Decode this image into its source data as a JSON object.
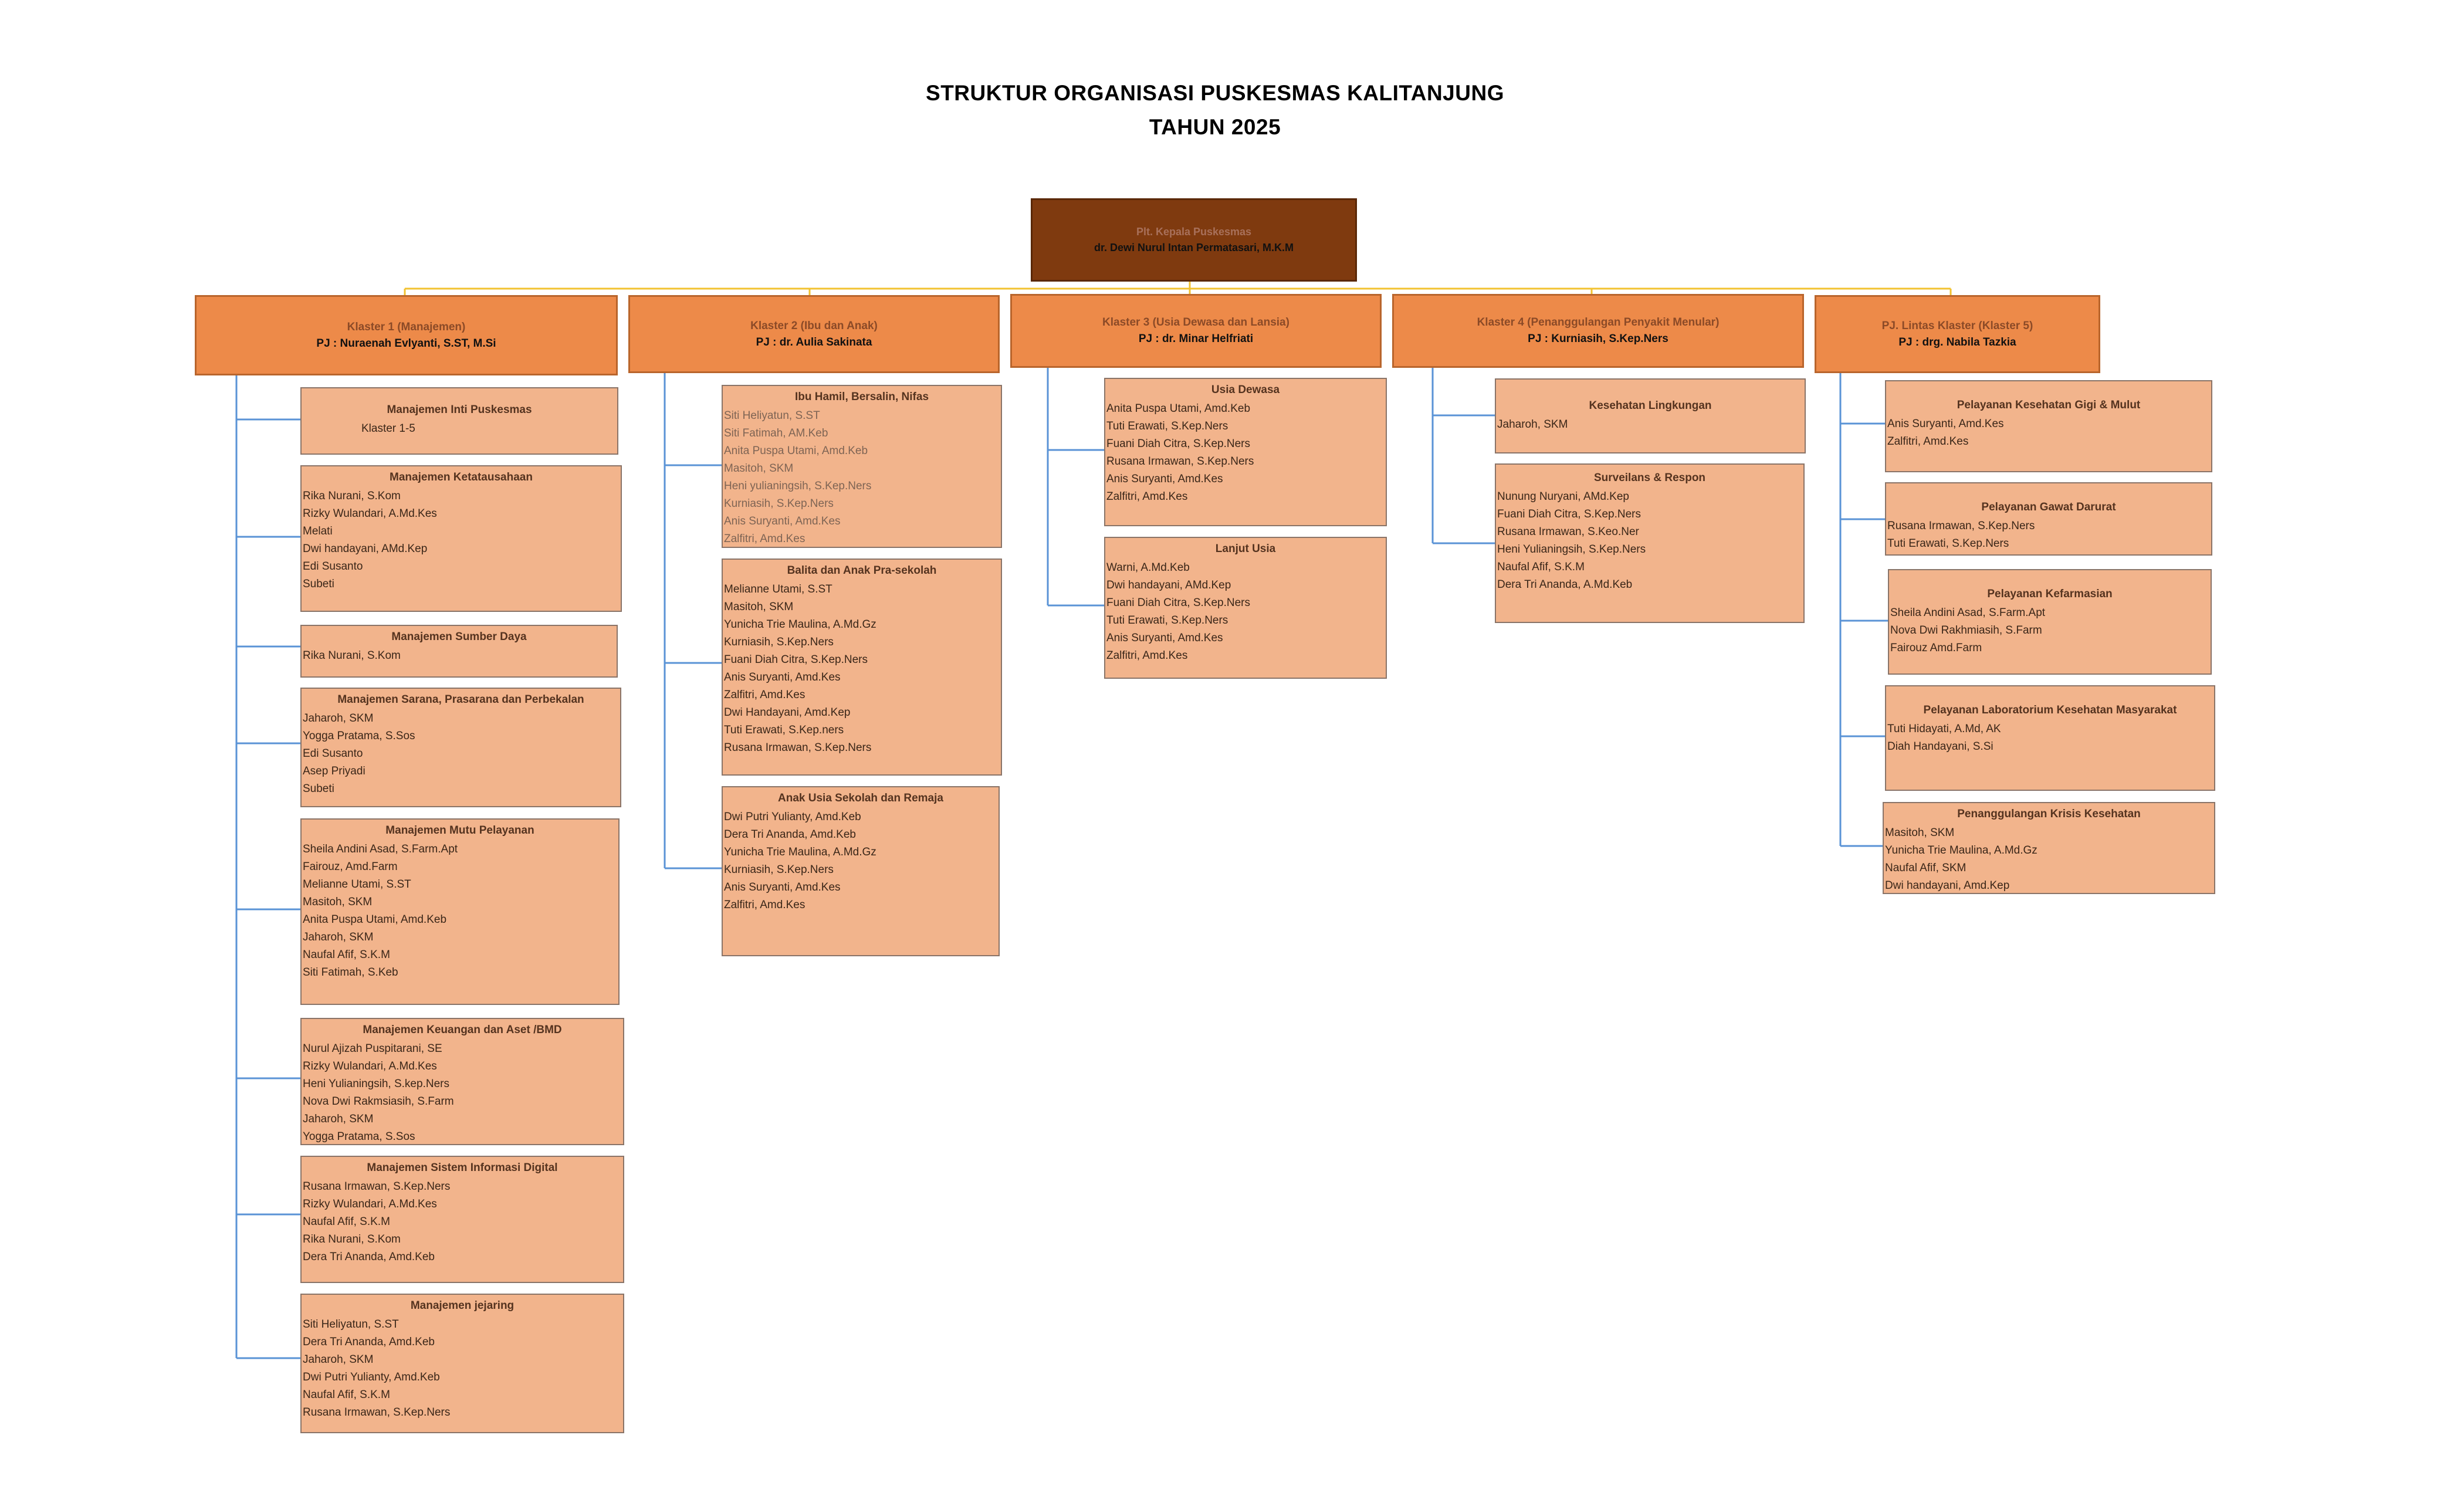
{
  "title_line1": "STRUKTUR ORGANISASI PUSKESMAS KALITANJUNG",
  "title_line2": "TAHUN 2025",
  "head": {
    "role": "Plt. Kepala Puskesmas",
    "name": "dr. Dewi Nurul Intan Permatasari, M.K.M"
  },
  "colors": {
    "head": "#7f3a0f",
    "cluster": "#ed8a49",
    "unit": "#f2b48c",
    "connector_top": "#f2c230",
    "connector_side": "#5a93d6"
  },
  "clusters": [
    {
      "title": "Klaster 1  (Manajemen)",
      "pj": "PJ : Nuraenah Evlyanti, S.ST, M.Si",
      "units": [
        {
          "title": "Manajemen  Inti Puskesmas",
          "members": [
            "Klaster 1-5"
          ]
        },
        {
          "title": "Manajemen Ketatausahaan",
          "members": [
            "Rika Nurani, S.Kom",
            "Rizky Wulandari, A.Md.Kes",
            "Melati",
            "Dwi handayani, AMd.Kep",
            "Edi Susanto",
            "Subeti"
          ]
        },
        {
          "title": "Manajemen Sumber Daya",
          "members": [
            "Rika Nurani, S.Kom"
          ]
        },
        {
          "title": "Manajemen Sarana, Prasarana dan Perbekalan",
          "members": [
            "Jaharoh, SKM",
            "Yogga Pratama, S.Sos",
            "Edi Susanto",
            "Asep Priyadi",
            "Subeti"
          ]
        },
        {
          "title": "Manajemen Mutu Pelayanan",
          "members": [
            "Sheila Andini Asad, S.Farm.Apt",
            "Fairouz, Amd.Farm",
            "Melianne Utami, S.ST",
            "Masitoh, SKM",
            "Anita Puspa Utami, Amd.Keb",
            "Jaharoh, SKM",
            "Naufal Afif, S.K.M",
            "Siti Fatimah, S.Keb"
          ]
        },
        {
          "title": "Manajemen Keuangan dan Aset /BMD",
          "members": [
            "Nurul Ajizah Puspitarani, SE",
            "Rizky Wulandari, A.Md.Kes",
            "Heni Yulianingsih, S.kep.Ners",
            "Nova Dwi Rakmsiasih, S.Farm",
            "Jaharoh, SKM",
            "Yogga Pratama, S.Sos"
          ]
        },
        {
          "title": "Manajemen Sistem Informasi Digital",
          "members": [
            "Rusana Irmawan, S.Kep.Ners",
            "Rizky Wulandari, A.Md.Kes",
            "Naufal Afif, S.K.M",
            "Rika Nurani, S.Kom",
            "Dera Tri Ananda, Amd.Keb"
          ]
        },
        {
          "title": "Manajemen jejaring",
          "members": [
            "Siti Heliyatun, S.ST",
            "Dera Tri Ananda, Amd.Keb",
            "Jaharoh, SKM",
            "Dwi Putri Yulianty, Amd.Keb",
            "Naufal Afif, S.K.M",
            "Rusana Irmawan, S.Kep.Ners"
          ]
        }
      ]
    },
    {
      "title": "Klaster 2  (Ibu dan Anak)",
      "pj": "PJ : dr. Aulia Sakinata",
      "units": [
        {
          "title": "Ibu Hamil,  Bersalin, Nifas",
          "members": [
            "Siti Heliyatun, S.ST",
            "Siti Fatimah, AM.Keb",
            "Anita Puspa Utami, Amd.Keb",
            "Masitoh, SKM",
            "Heni yulianingsih, S.Kep.Ners",
            "Kurniasih, S.Kep.Ners",
            "Anis Suryanti, Amd.Kes",
            "Zalfitri, Amd.Kes"
          ]
        },
        {
          "title": "Balita dan Anak Pra-sekolah",
          "members": [
            "Melianne Utami, S.ST",
            "Masitoh, SKM",
            "Yunicha Trie Maulina, A.Md.Gz",
            "Kurniasih, S.Kep.Ners",
            "Fuani Diah Citra, S.Kep.Ners",
            "Anis Suryanti, Amd.Kes",
            "Zalfitri, Amd.Kes",
            "Dwi Handayani, Amd.Kep",
            "Tuti Erawati, S.Kep.ners",
            "Rusana Irmawan, S.Kep.Ners"
          ]
        },
        {
          "title": "Anak Usia Sekolah dan Remaja",
          "members": [
            "Dwi Putri Yulianty, Amd.Keb",
            "Dera Tri Ananda, Amd.Keb",
            "Yunicha Trie Maulina, A.Md.Gz",
            "Kurniasih, S.Kep.Ners",
            "Anis Suryanti, Amd.Kes",
            "Zalfitri, Amd.Kes"
          ]
        }
      ]
    },
    {
      "title": "Klaster 3 (Usia Dewasa  dan Lansia)",
      "pj": "PJ : dr. Minar Helfriati",
      "units": [
        {
          "title": "Usia Dewasa",
          "members": [
            "Anita Puspa Utami, Amd.Keb",
            "Tuti Erawati, S.Kep.Ners",
            "Fuani Diah Citra, S.Kep.Ners",
            "Rusana Irmawan, S.Kep.Ners",
            "Anis Suryanti, Amd.Kes",
            "Zalfitri, Amd.Kes"
          ]
        },
        {
          "title": "Lanjut Usia",
          "members": [
            "Warni, A.Md.Keb",
            "Dwi handayani, AMd.Kep",
            "Fuani Diah Citra, S.Kep.Ners",
            "Tuti Erawati, S.Kep.Ners",
            "Anis Suryanti, Amd.Kes",
            "Zalfitri, Amd.Kes"
          ]
        }
      ]
    },
    {
      "title": "Klaster 4  (Penanggulangan  Penyakit Menular)",
      "pj": "PJ : Kurniasih, S.Kep.Ners",
      "units": [
        {
          "title": "Kesehatan  Lingkungan",
          "members": [
            "Jaharoh, SKM"
          ]
        },
        {
          "title": "Surveilans & Respon",
          "members": [
            "Nunung Nuryani, AMd.Kep",
            "Fuani Diah Citra, S.Kep.Ners",
            "Rusana Irmawan, S.Keo.Ner",
            "Heni Yulianingsih, S.Kep.Ners",
            "Naufal Afif, S.K.M",
            "Dera Tri Ananda, A.Md.Keb"
          ]
        }
      ]
    },
    {
      "title": "PJ. Lintas Klaster (Klaster 5)",
      "pj": "PJ : drg. Nabila Tazkia",
      "units": [
        {
          "title": "Pelayanan Kesehatan Gigi & Mulut",
          "members": [
            "Anis Suryanti, Amd.Kes",
            "Zalfitri, Amd.Kes"
          ]
        },
        {
          "title": "Pelayanan Gawat Darurat",
          "members": [
            "Rusana Irmawan, S.Kep.Ners",
            "Tuti Erawati, S.Kep.Ners"
          ]
        },
        {
          "title": "Pelayanan Kefarmasian",
          "members": [
            "Sheila Andini Asad, S.Farm.Apt",
            "Nova Dwi Rakhmiasih, S.Farm",
            "Fairouz Amd.Farm"
          ]
        },
        {
          "title": "Pelayanan Laboratorium Kesehatan Masyarakat",
          "members": [
            "Tuti Hidayati, A.Md, AK",
            "Diah Handayani, S.Si"
          ]
        },
        {
          "title": "Penanggulangan Krisis Kesehatan",
          "members": [
            "Masitoh, SKM",
            "Yunicha Trie Maulina, A.Md.Gz",
            "Naufal Afif, SKM",
            "Dwi handayani, Amd.Kep"
          ]
        }
      ]
    }
  ]
}
